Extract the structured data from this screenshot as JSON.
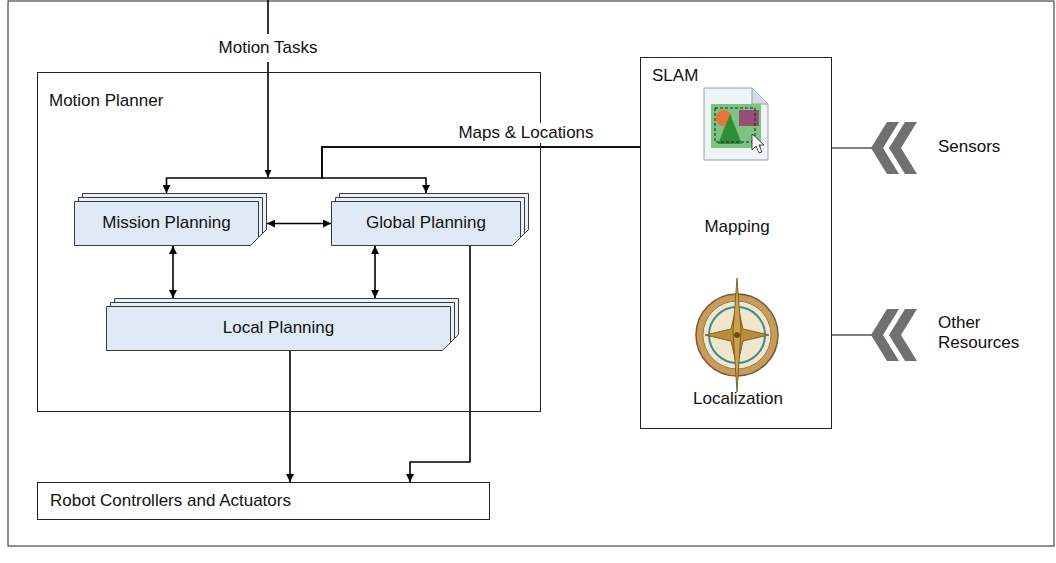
{
  "diagram": {
    "nodes": [
      {
        "text": [
          "Motion Planner"
        ]
      },
      {
        "text": [
          "Mission Planning"
        ],
        "in": 0
      },
      {
        "text": [
          "Global Planning"
        ],
        "in": 0
      },
      {
        "text": [
          "Local Planning"
        ],
        "in": 0
      },
      {
        "text": [
          "SLAM"
        ]
      },
      {
        "text": [
          "Mapping"
        ],
        "in": 4
      },
      {
        "text": [
          "Localization"
        ],
        "in": 4
      },
      {
        "text": [
          "Robot Controllers and Actuators"
        ]
      }
    ],
    "edges": [
      {
        "from": 4,
        "to": 1,
        "arrow": "to"
      },
      {
        "from": 4,
        "to": 2,
        "label": "Maps & Locations",
        "arrow": "to"
      },
      {
        "from": 1,
        "to": 2,
        "arrow": "both"
      },
      {
        "from": 1,
        "to": 3,
        "arrow": "both"
      },
      {
        "from": 2,
        "to": 3,
        "arrow": "both"
      },
      {
        "from": 3,
        "to": 7,
        "arrow": "to"
      },
      {
        "from": 2,
        "to": 7,
        "arrow": "to"
      }
    ],
    "labels": [
      "Motion Tasks",
      "Sensors",
      "Other Resources"
    ]
  }
}
